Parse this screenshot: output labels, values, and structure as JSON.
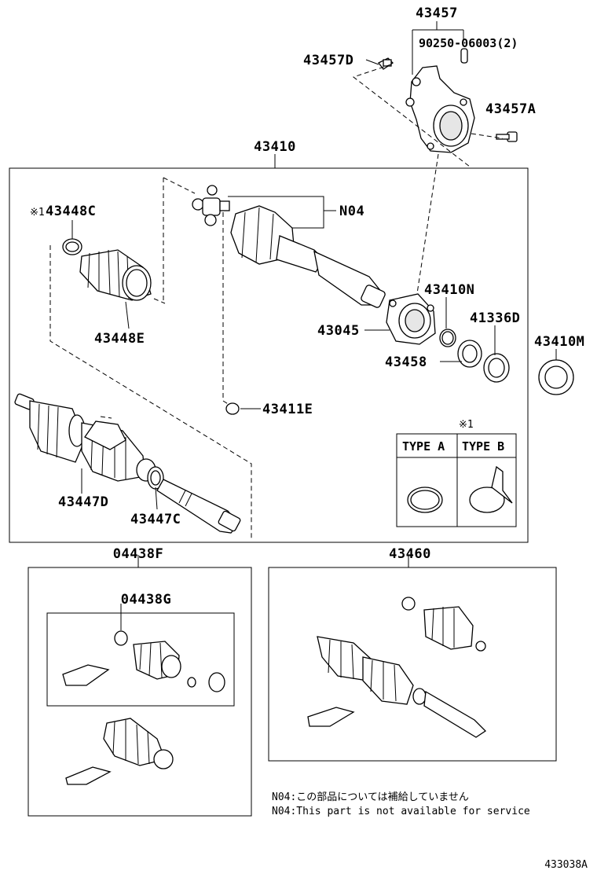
{
  "labels": {
    "bracket_assy": "43457",
    "pin": "90250-06003(2)",
    "bolt_d": "43457D",
    "bolt_a": "43457A",
    "shaft_assy": "43410",
    "joint_n04": "N04",
    "boot_clamp_c": "43448C",
    "boot_clamp_prefix": "※1",
    "boot_e": "43448E",
    "inboard_joint": "43045",
    "snap_ring_n": "43410N",
    "oil_seal": "41336D",
    "bearing": "43458",
    "seal_m": "43410M",
    "snap_ring_e": "43411E",
    "boot_d": "43447D",
    "boot_c": "43447C",
    "kit_f": "04438F",
    "kit_g": "04438G",
    "shaft_new": "43460"
  },
  "type_box": {
    "mark": "※1",
    "type_a": "TYPE A",
    "type_b": "TYPE B"
  },
  "notes": {
    "jp": "N04:この部品については補給していません",
    "en": "N04:This part is not available for service"
  },
  "diagram_id": "433038A"
}
